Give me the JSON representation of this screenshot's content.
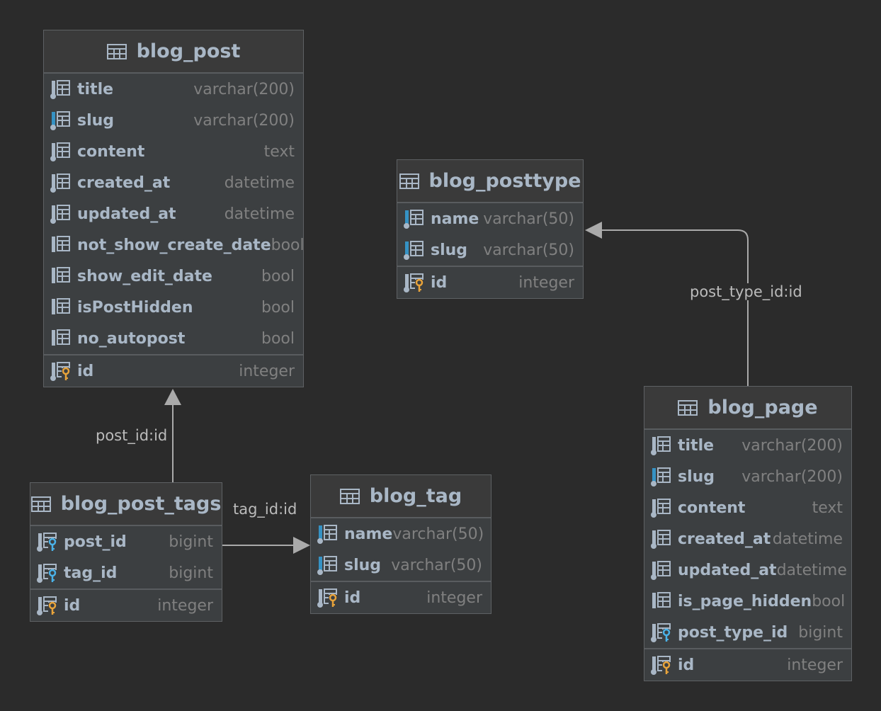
{
  "tables": [
    {
      "id": "blog_post",
      "name": "blog_post",
      "columns": [
        {
          "name": "title",
          "type": "varchar(200)",
          "kind": "column"
        },
        {
          "name": "slug",
          "type": "varchar(200)",
          "kind": "indexed"
        },
        {
          "name": "content",
          "type": "text",
          "kind": "column"
        },
        {
          "name": "created_at",
          "type": "datetime",
          "kind": "column"
        },
        {
          "name": "updated_at",
          "type": "datetime",
          "kind": "column"
        },
        {
          "name": "not_show_create_date",
          "type": "bool",
          "kind": "plain"
        },
        {
          "name": "show_edit_date",
          "type": "bool",
          "kind": "plain"
        },
        {
          "name": "isPostHidden",
          "type": "bool",
          "kind": "plain"
        },
        {
          "name": "no_autopost",
          "type": "bool",
          "kind": "plain"
        }
      ],
      "keys": [
        {
          "name": "id",
          "type": "integer",
          "kind": "pk"
        }
      ]
    },
    {
      "id": "blog_posttype",
      "name": "blog_posttype",
      "columns": [
        {
          "name": "name",
          "type": "varchar(50)",
          "kind": "indexed"
        },
        {
          "name": "slug",
          "type": "varchar(50)",
          "kind": "indexed"
        }
      ],
      "keys": [
        {
          "name": "id",
          "type": "integer",
          "kind": "pk"
        }
      ]
    },
    {
      "id": "blog_post_tags",
      "name": "blog_post_tags",
      "columns": [
        {
          "name": "post_id",
          "type": "bigint",
          "kind": "fk"
        },
        {
          "name": "tag_id",
          "type": "bigint",
          "kind": "fk"
        }
      ],
      "keys": [
        {
          "name": "id",
          "type": "integer",
          "kind": "pk"
        }
      ]
    },
    {
      "id": "blog_tag",
      "name": "blog_tag",
      "columns": [
        {
          "name": "name",
          "type": "varchar(50)",
          "kind": "indexed"
        },
        {
          "name": "slug",
          "type": "varchar(50)",
          "kind": "indexed"
        }
      ],
      "keys": [
        {
          "name": "id",
          "type": "integer",
          "kind": "pk"
        }
      ]
    },
    {
      "id": "blog_page",
      "name": "blog_page",
      "columns": [
        {
          "name": "title",
          "type": "varchar(200)",
          "kind": "column"
        },
        {
          "name": "slug",
          "type": "varchar(200)",
          "kind": "indexed"
        },
        {
          "name": "content",
          "type": "text",
          "kind": "column"
        },
        {
          "name": "created_at",
          "type": "datetime",
          "kind": "column"
        },
        {
          "name": "updated_at",
          "type": "datetime",
          "kind": "column"
        },
        {
          "name": "is_page_hidden",
          "type": "bool",
          "kind": "plain"
        },
        {
          "name": "post_type_id",
          "type": "bigint",
          "kind": "fk"
        }
      ],
      "keys": [
        {
          "name": "id",
          "type": "integer",
          "kind": "pk"
        }
      ]
    }
  ],
  "relations": [
    {
      "id": "post",
      "label": "post_id:id",
      "from": "blog_post_tags.post_id",
      "to": "blog_post.id"
    },
    {
      "id": "tag",
      "label": "tag_id:id",
      "from": "blog_post_tags.tag_id",
      "to": "blog_tag.id"
    },
    {
      "id": "posttype",
      "label": "post_type_id:id",
      "from": "blog_page.post_type_id",
      "to": "blog_posttype.id"
    }
  ],
  "colors": {
    "background": "#2b2b2b",
    "table_bg": "#3c3f41",
    "edge": "#aaaaaa",
    "index_marker": "#3592c4",
    "fk_key": "#4ab2e8",
    "pk_key": "#e8a33a"
  }
}
